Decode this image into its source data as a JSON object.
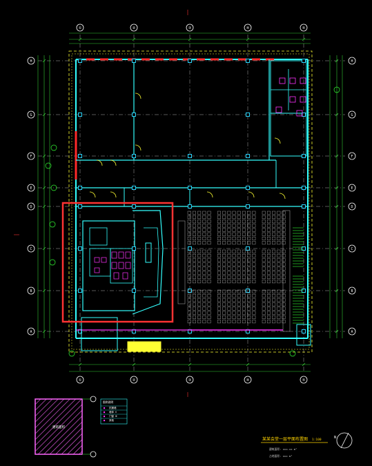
{
  "canvas": {
    "background": "#000000",
    "colors": {
      "grid": "#d9d9d9",
      "axis_line": "#ff3333",
      "dim_line": "#33cc33",
      "wall": "#33ffff",
      "wall_outer": "#2bd6ff",
      "window_red": "#ff2a2a",
      "seat": "#9a9a9a",
      "yellow": "#ffff33",
      "green": "#33ff33",
      "magenta": "#ff33ff",
      "highlight": "#ff3333",
      "legend_hatch": "#ff66ff",
      "title_yellow": "#ffd400"
    }
  },
  "top_axes": {
    "labels": [
      "①",
      "②",
      "③",
      "④",
      "⑤"
    ]
  },
  "bottom_axes": {
    "labels": [
      "①",
      "②",
      "③",
      "④",
      "⑤"
    ]
  },
  "left_axes": {
    "labels": [
      "H",
      "G",
      "F",
      "E",
      "D",
      "C",
      "B",
      "A"
    ]
  },
  "right_axes": {
    "labels": [
      "H",
      "G",
      "F",
      "E",
      "D",
      "C",
      "B",
      "A"
    ]
  },
  "legend_box": {
    "label": "建筑面积",
    "icon": "hatch-square-icon"
  },
  "legend_table": {
    "title": "图例说明",
    "rows": [
      [
        "■",
        "抗震墙"
      ],
      [
        "■",
        "墙体 Ⅱ"
      ],
      [
        "■",
        "门窗 Ⅲ"
      ],
      [
        "■",
        "其他"
      ]
    ]
  },
  "title_block": {
    "title": "某某会堂一层平面布置图",
    "scale": "1:100",
    "note1": "建筑面积: xxx.xx m²",
    "note2": "占地面积: xxx m²",
    "north_icon": "north-arrow-icon"
  },
  "highlight": {
    "label": "selection-rectangle"
  }
}
